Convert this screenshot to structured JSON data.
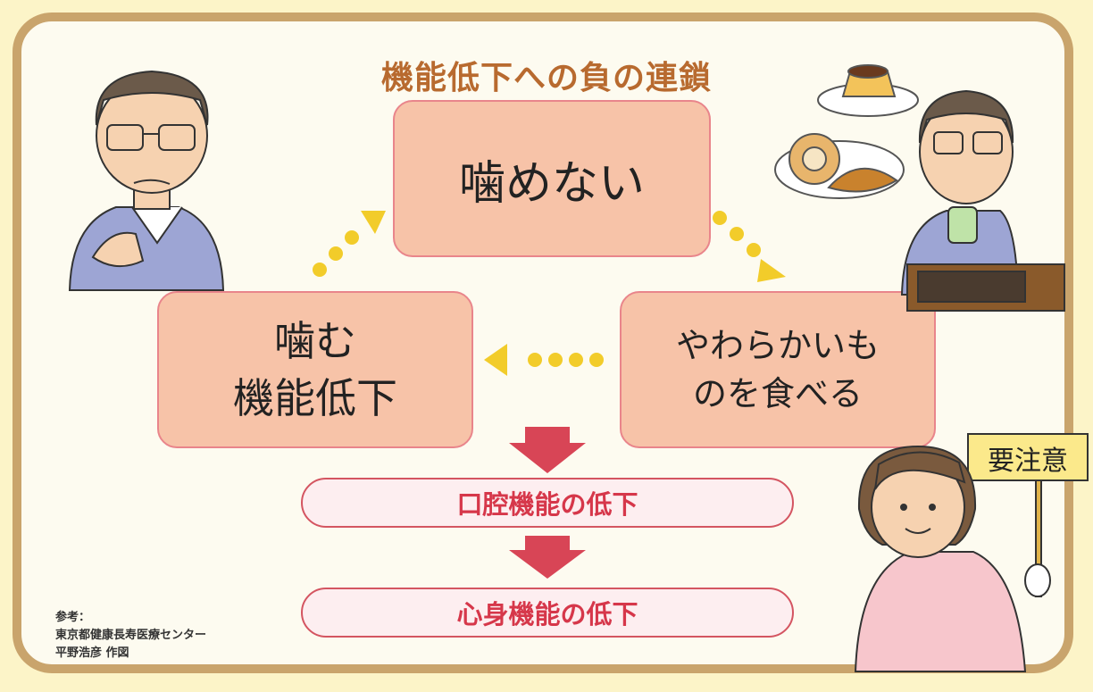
{
  "title": "機能低下への負の連鎖",
  "cycle": {
    "top": "噛めない",
    "right": [
      "やわらかいも",
      "のを食べる"
    ],
    "left": [
      "噛む",
      "機能低下"
    ]
  },
  "outcomes": [
    "口腔機能の低下",
    "心身機能の低下"
  ],
  "sign_text": "要注意",
  "credit": [
    "参考：",
    "東京都健康長寿医療センター",
    "平野浩彦 作図"
  ],
  "colors": {
    "background": "#fcf4c8",
    "frame": "#c9a46c",
    "title": "#b86a2f",
    "box_fill": "#f7c3a8",
    "box_border": "#e9858b",
    "dots": "#f2cc2a",
    "arrow": "#d84556",
    "outcome_text": "#d6374a"
  }
}
